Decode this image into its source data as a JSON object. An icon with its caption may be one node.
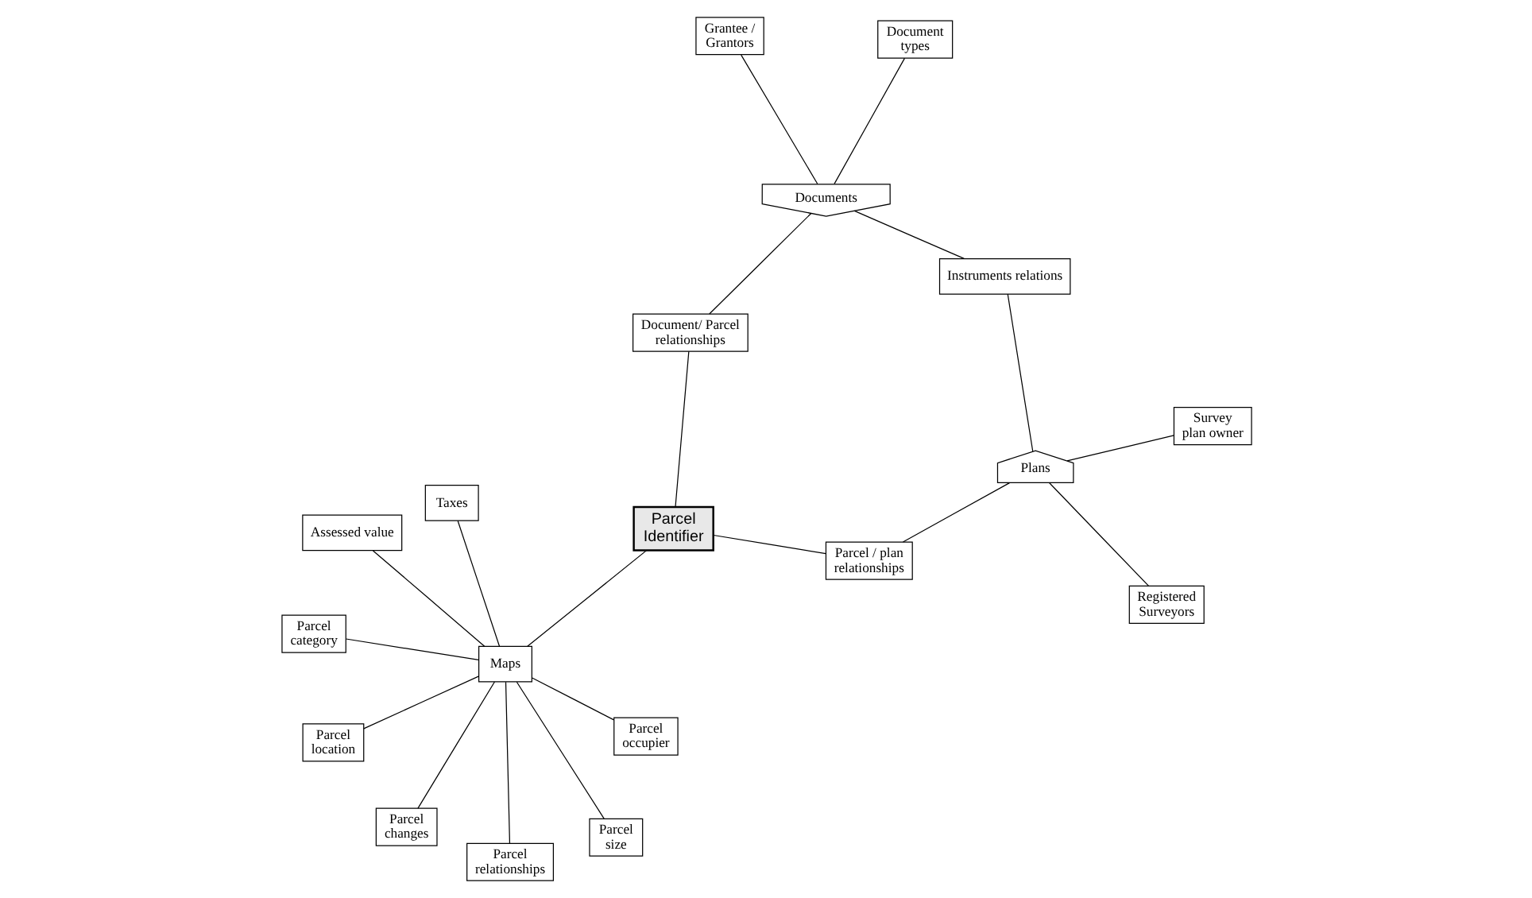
{
  "diagram": {
    "nodes": [
      {
        "text": [
          "Grantee / Grantors"
        ]
      },
      {
        "text": [
          "Document types"
        ]
      },
      {
        "text": [
          "Documents"
        ]
      },
      {
        "text": [
          "Document/ Parcel relationships"
        ]
      },
      {
        "text": [
          "Instruments relations"
        ]
      },
      {
        "text": [
          "Parcel Identifier"
        ]
      },
      {
        "text": [
          "Maps"
        ]
      },
      {
        "text": [
          "Parcel size"
        ]
      },
      {
        "text": [
          "Parcel location"
        ]
      },
      {
        "text": [
          "Parcel relationships"
        ]
      },
      {
        "text": [
          "Parcel changes"
        ]
      },
      {
        "text": [
          "Parcel category"
        ]
      },
      {
        "text": [
          "Parcel occupier"
        ]
      },
      {
        "text": [
          "Plans"
        ]
      },
      {
        "text": [
          "Parcel / plan relationships"
        ]
      },
      {
        "text": [
          "Registered Surveyors"
        ]
      },
      {
        "text": [
          "Survey plan owner"
        ]
      },
      {
        "text": [
          "Taxes"
        ]
      },
      {
        "text": [
          "Assessed value"
        ]
      }
    ],
    "edges": [
      {
        "from": 0,
        "to": 2,
        "arrow": "none"
      },
      {
        "from": 1,
        "to": 2,
        "arrow": "none"
      },
      {
        "from": 2,
        "to": 4,
        "arrow": "none"
      },
      {
        "from": 2,
        "to": 3,
        "arrow": "none"
      },
      {
        "from": 3,
        "to": 5,
        "arrow": "none"
      },
      {
        "from": 4,
        "to": 13,
        "arrow": "none"
      },
      {
        "from": 5,
        "to": 6,
        "arrow": "none"
      },
      {
        "from": 5,
        "to": 14,
        "arrow": "none"
      },
      {
        "from": 13,
        "to": 14,
        "arrow": "none"
      },
      {
        "from": 13,
        "to": 15,
        "arrow": "none"
      },
      {
        "from": 13,
        "to": 16,
        "arrow": "none"
      },
      {
        "from": 6,
        "to": 7,
        "arrow": "none"
      },
      {
        "from": 6,
        "to": 8,
        "arrow": "none"
      },
      {
        "from": 6,
        "to": 9,
        "arrow": "none"
      },
      {
        "from": 6,
        "to": 10,
        "arrow": "none"
      },
      {
        "from": 6,
        "to": 11,
        "arrow": "none"
      },
      {
        "from": 6,
        "to": 12,
        "arrow": "none"
      },
      {
        "from": 6,
        "to": 17,
        "arrow": "none"
      },
      {
        "from": 6,
        "to": 18,
        "arrow": "none"
      }
    ]
  }
}
